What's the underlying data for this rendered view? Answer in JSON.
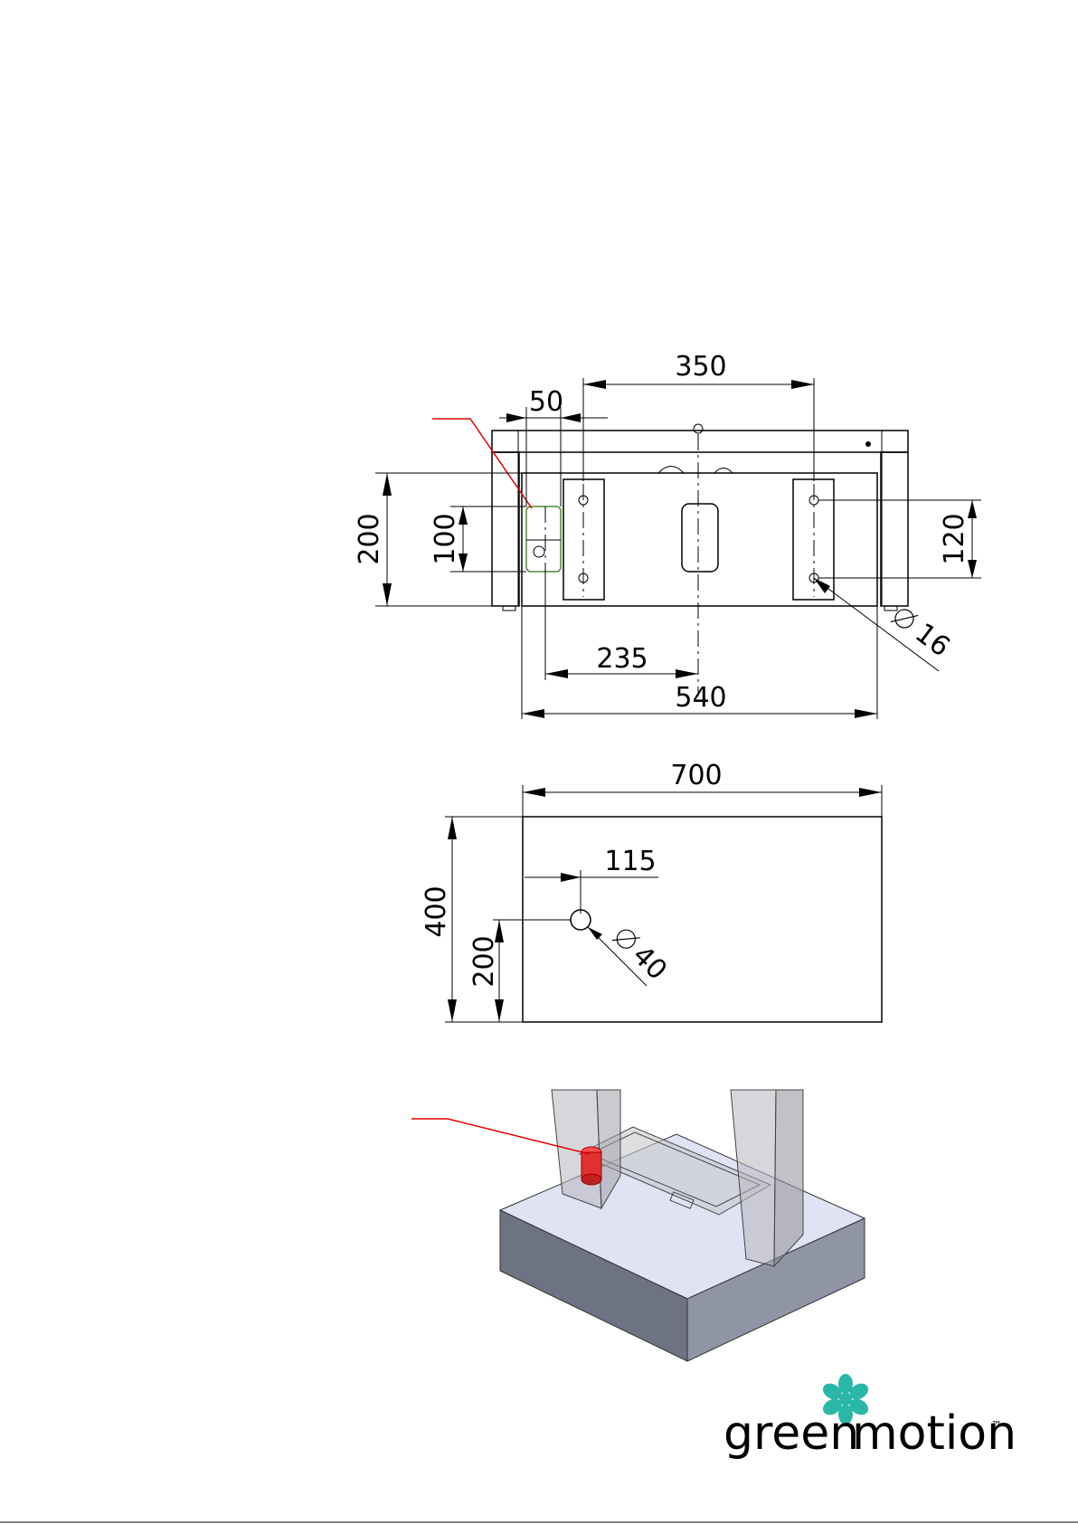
{
  "front_view": {
    "dim_350": "350",
    "dim_50": "50",
    "dim_200": "200",
    "dim_100": "100",
    "dim_120": "120",
    "dim_235": "235",
    "dim_540": "540",
    "dim_hole": "16"
  },
  "foundation_plan": {
    "dim_700": "700",
    "dim_400": "400",
    "dim_115": "115",
    "dim_200": "200",
    "dim_hole": "40"
  },
  "logo": {
    "word_green": "green",
    "word_motion": "motion",
    "trademark": "™",
    "colors": {
      "green": "#2bb7a8",
      "motion": "#9a9592"
    }
  },
  "colors": {
    "leader": "#e00000",
    "slab_top": "#dfe3f3",
    "slab_front": "#6e7384",
    "slab_side": "#9095a6",
    "conduit": "#e03030"
  }
}
